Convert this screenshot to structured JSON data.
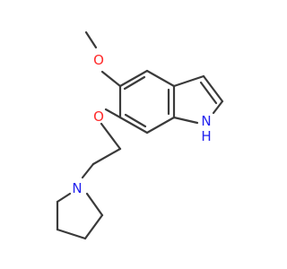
{
  "molecule": {
    "atoms": {
      "methoxy_oxygen": "O",
      "ether_oxygen": "O",
      "indole_nitrogen": "N",
      "indole_hydrogen": "H",
      "pyrrolidine_nitrogen": "N"
    },
    "colors": {
      "bond": "#3a3a3a",
      "oxygen": "#ff2a2a",
      "nitrogen": "#2222ee",
      "background": "#ffffff"
    }
  }
}
